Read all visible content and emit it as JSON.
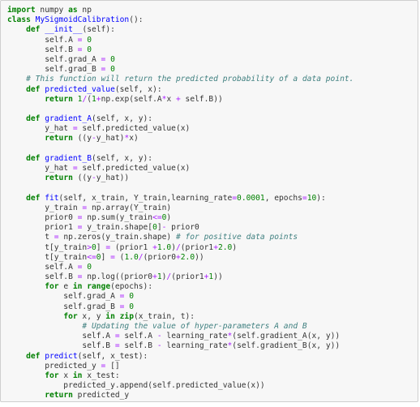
{
  "code_lines": [
    [
      [
        "kw",
        "import"
      ],
      [
        "df",
        " numpy "
      ],
      [
        "kw",
        "as"
      ],
      [
        "df",
        " np"
      ]
    ],
    [
      [
        "kw",
        "class"
      ],
      [
        "df",
        " "
      ],
      [
        "fn",
        "MySigmoidCalibration"
      ],
      [
        "df",
        "():"
      ]
    ],
    [
      [
        "df",
        "    "
      ],
      [
        "kw",
        "def"
      ],
      [
        "df",
        " "
      ],
      [
        "fn",
        "__init__"
      ],
      [
        "df",
        "(self):"
      ]
    ],
    [
      [
        "df",
        "        self.A "
      ],
      [
        "op",
        "="
      ],
      [
        "df",
        " "
      ],
      [
        "num",
        "0"
      ]
    ],
    [
      [
        "df",
        "        self.B "
      ],
      [
        "op",
        "="
      ],
      [
        "df",
        " "
      ],
      [
        "num",
        "0"
      ]
    ],
    [
      [
        "df",
        "        self.grad_A "
      ],
      [
        "op",
        "="
      ],
      [
        "df",
        " "
      ],
      [
        "num",
        "0"
      ]
    ],
    [
      [
        "df",
        "        self.grad_B "
      ],
      [
        "op",
        "="
      ],
      [
        "df",
        " "
      ],
      [
        "num",
        "0"
      ]
    ],
    [
      [
        "df",
        "    "
      ],
      [
        "cm",
        "# This function will return the predicted probability of a data point."
      ]
    ],
    [
      [
        "df",
        "    "
      ],
      [
        "kw",
        "def"
      ],
      [
        "df",
        " "
      ],
      [
        "fn",
        "predicted_value"
      ],
      [
        "df",
        "(self, x):"
      ]
    ],
    [
      [
        "df",
        "        "
      ],
      [
        "kw",
        "return"
      ],
      [
        "df",
        " "
      ],
      [
        "num",
        "1"
      ],
      [
        "op",
        "/"
      ],
      [
        "df",
        "("
      ],
      [
        "num",
        "1"
      ],
      [
        "op",
        "+"
      ],
      [
        "df",
        "np.exp(self.A"
      ],
      [
        "op",
        "*"
      ],
      [
        "df",
        "x "
      ],
      [
        "op",
        "+"
      ],
      [
        "df",
        " self.B))"
      ]
    ],
    [
      [
        "df",
        ""
      ]
    ],
    [
      [
        "df",
        "    "
      ],
      [
        "kw",
        "def"
      ],
      [
        "df",
        " "
      ],
      [
        "fn",
        "gradient_A"
      ],
      [
        "df",
        "(self, x, y):"
      ]
    ],
    [
      [
        "df",
        "        y_hat "
      ],
      [
        "op",
        "="
      ],
      [
        "df",
        " self.predicted_value(x)"
      ]
    ],
    [
      [
        "df",
        "        "
      ],
      [
        "kw",
        "return"
      ],
      [
        "df",
        " ((y"
      ],
      [
        "op",
        "-"
      ],
      [
        "df",
        "y_hat)"
      ],
      [
        "op",
        "*"
      ],
      [
        "df",
        "x)"
      ]
    ],
    [
      [
        "df",
        ""
      ]
    ],
    [
      [
        "df",
        "    "
      ],
      [
        "kw",
        "def"
      ],
      [
        "df",
        " "
      ],
      [
        "fn",
        "gradient_B"
      ],
      [
        "df",
        "(self, x, y):"
      ]
    ],
    [
      [
        "df",
        "        y_hat "
      ],
      [
        "op",
        "="
      ],
      [
        "df",
        " self.predicted_value(x)"
      ]
    ],
    [
      [
        "df",
        "        "
      ],
      [
        "kw",
        "return"
      ],
      [
        "df",
        " ((y"
      ],
      [
        "op",
        "-"
      ],
      [
        "df",
        "y_hat))"
      ]
    ],
    [
      [
        "df",
        ""
      ]
    ],
    [
      [
        "df",
        "    "
      ],
      [
        "kw",
        "def"
      ],
      [
        "df",
        " "
      ],
      [
        "fn",
        "fit"
      ],
      [
        "df",
        "(self, x_train, Y_train,learning_rate"
      ],
      [
        "op",
        "="
      ],
      [
        "num",
        "0.0001"
      ],
      [
        "df",
        ", epochs"
      ],
      [
        "op",
        "="
      ],
      [
        "num",
        "10"
      ],
      [
        "df",
        "):"
      ]
    ],
    [
      [
        "df",
        "        y_train "
      ],
      [
        "op",
        "="
      ],
      [
        "df",
        " np.array(Y_train)"
      ]
    ],
    [
      [
        "df",
        "        prior0 "
      ],
      [
        "op",
        "="
      ],
      [
        "df",
        " np.sum(y_train"
      ],
      [
        "op",
        "<="
      ],
      [
        "num",
        "0"
      ],
      [
        "df",
        ")"
      ]
    ],
    [
      [
        "df",
        "        prior1 "
      ],
      [
        "op",
        "="
      ],
      [
        "df",
        " y_train.shape["
      ],
      [
        "num",
        "0"
      ],
      [
        "df",
        "]"
      ],
      [
        "op",
        "-"
      ],
      [
        "df",
        " prior0"
      ]
    ],
    [
      [
        "df",
        "        t "
      ],
      [
        "op",
        "="
      ],
      [
        "df",
        " np.zeros(y_train.shape) "
      ],
      [
        "cm",
        "# for positive data points"
      ]
    ],
    [
      [
        "df",
        "        t[y_train"
      ],
      [
        "op",
        ">"
      ],
      [
        "num",
        "0"
      ],
      [
        "df",
        "] "
      ],
      [
        "op",
        "="
      ],
      [
        "df",
        " (prior1 "
      ],
      [
        "op",
        "+"
      ],
      [
        "num",
        "1.0"
      ],
      [
        "df",
        ")"
      ],
      [
        "op",
        "/"
      ],
      [
        "df",
        "(prior1"
      ],
      [
        "op",
        "+"
      ],
      [
        "num",
        "2.0"
      ],
      [
        "df",
        ")"
      ]
    ],
    [
      [
        "df",
        "        t[y_train"
      ],
      [
        "op",
        "<="
      ],
      [
        "num",
        "0"
      ],
      [
        "df",
        "] "
      ],
      [
        "op",
        "="
      ],
      [
        "df",
        " ("
      ],
      [
        "num",
        "1.0"
      ],
      [
        "op",
        "/"
      ],
      [
        "df",
        "(prior0"
      ],
      [
        "op",
        "+"
      ],
      [
        "num",
        "2.0"
      ],
      [
        "df",
        "))"
      ]
    ],
    [
      [
        "df",
        "        self.A "
      ],
      [
        "op",
        "="
      ],
      [
        "df",
        " "
      ],
      [
        "num",
        "0"
      ]
    ],
    [
      [
        "df",
        "        self.B "
      ],
      [
        "op",
        "="
      ],
      [
        "df",
        " np.log((prior0"
      ],
      [
        "op",
        "+"
      ],
      [
        "num",
        "1"
      ],
      [
        "df",
        ")"
      ],
      [
        "op",
        "/"
      ],
      [
        "df",
        "(prior1"
      ],
      [
        "op",
        "+"
      ],
      [
        "num",
        "1"
      ],
      [
        "df",
        "))"
      ]
    ],
    [
      [
        "df",
        "        "
      ],
      [
        "kw",
        "for"
      ],
      [
        "df",
        " e "
      ],
      [
        "kw",
        "in"
      ],
      [
        "df",
        " "
      ],
      [
        "kw",
        "range"
      ],
      [
        "df",
        "(epochs):"
      ]
    ],
    [
      [
        "df",
        "            self.grad_A "
      ],
      [
        "op",
        "="
      ],
      [
        "df",
        " "
      ],
      [
        "num",
        "0"
      ]
    ],
    [
      [
        "df",
        "            self.grad_B "
      ],
      [
        "op",
        "="
      ],
      [
        "df",
        " "
      ],
      [
        "num",
        "0"
      ]
    ],
    [
      [
        "df",
        "            "
      ],
      [
        "kw",
        "for"
      ],
      [
        "df",
        " x, y "
      ],
      [
        "kw",
        "in"
      ],
      [
        "df",
        " "
      ],
      [
        "kw",
        "zip"
      ],
      [
        "df",
        "(x_train, t):"
      ]
    ],
    [
      [
        "df",
        "                "
      ],
      [
        "cm",
        "# Updating the value of hyper-parameters A and B"
      ]
    ],
    [
      [
        "df",
        "                self.A "
      ],
      [
        "op",
        "="
      ],
      [
        "df",
        " self.A "
      ],
      [
        "op",
        "-"
      ],
      [
        "df",
        " learning_rate"
      ],
      [
        "op",
        "*"
      ],
      [
        "df",
        "(self.gradient_A(x, y))"
      ]
    ],
    [
      [
        "df",
        "                self.B "
      ],
      [
        "op",
        "="
      ],
      [
        "df",
        " self.B "
      ],
      [
        "op",
        "-"
      ],
      [
        "df",
        " learning_rate"
      ],
      [
        "op",
        "*"
      ],
      [
        "df",
        "(self.gradient_B(x, y))"
      ]
    ],
    [
      [
        "df",
        "    "
      ],
      [
        "kw",
        "def"
      ],
      [
        "df",
        " "
      ],
      [
        "fn",
        "predict"
      ],
      [
        "df",
        "(self, x_test):"
      ]
    ],
    [
      [
        "df",
        "        predicted_y "
      ],
      [
        "op",
        "="
      ],
      [
        "df",
        " []"
      ]
    ],
    [
      [
        "df",
        "        "
      ],
      [
        "kw",
        "for"
      ],
      [
        "df",
        " x "
      ],
      [
        "kw",
        "in"
      ],
      [
        "df",
        " x_test:"
      ]
    ],
    [
      [
        "df",
        "            predicted_y.append(self.predicted_value(x))"
      ]
    ],
    [
      [
        "df",
        "        "
      ],
      [
        "kw",
        "return"
      ],
      [
        "df",
        " predicted_y"
      ]
    ]
  ],
  "colors": {
    "keyword": "#008000",
    "function_name": "#0000ff",
    "number": "#008000",
    "operator": "#aa22ff",
    "comment": "#408080",
    "default": "#333333",
    "cell_background": "#f7f7f7",
    "cell_border": "#cfcfcf"
  }
}
